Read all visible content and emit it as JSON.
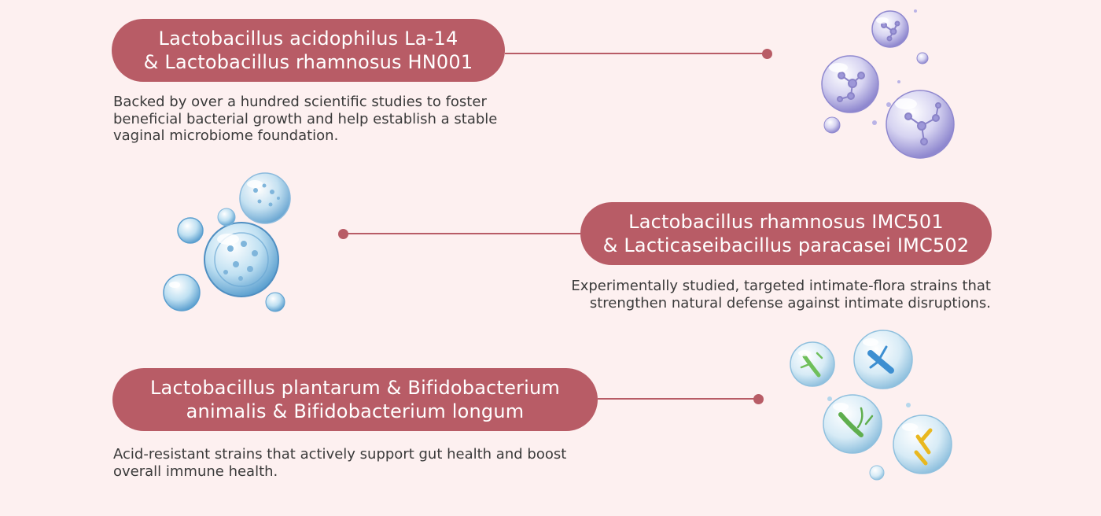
{
  "features": [
    {
      "title_lines": [
        "Lactobacillus acidophilus La-14",
        "& Lactobacillus rhamnosus HN001"
      ],
      "description_lines": [
        "Backed by over a hundred scientific studies to foster",
        "beneficial bacterial growth and help establish a stable",
        "vaginal microbiome foundation."
      ],
      "illustration_icon": "molecule-bubbles-icon"
    },
    {
      "title_lines": [
        "Lactobacillus rhamnosus IMC501",
        "& Lacticaseibacillus paracasei IMC502"
      ],
      "description_lines": [
        "Experimentally studied, targeted intimate-flora strains that",
        "strengthen natural defense against intimate disruptions."
      ],
      "illustration_icon": "water-bubbles-icon"
    },
    {
      "title_lines": [
        "Lactobacillus plantarum & Bifidobacterium",
        "animalis & Bifidobacterium longum"
      ],
      "description_lines": [
        "Acid-resistant strains that actively support gut health and boost",
        "overall immune health."
      ],
      "illustration_icon": "bacteria-bubbles-icon"
    }
  ],
  "colors": {
    "background": "#fdf0f0",
    "accent": "#b85c66",
    "text": "#3a3a3a"
  }
}
